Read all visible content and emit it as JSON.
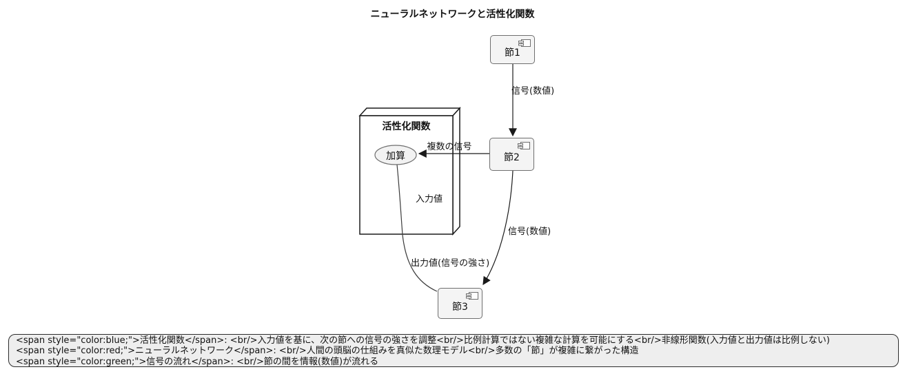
{
  "title": "ニューラルネットワークと活性化関数",
  "colors": {
    "node_fill": "#f4f4f4",
    "node_border": "#6e6e6e",
    "box_fill": "#ffffff",
    "box_border": "#1a1a1a",
    "ellipse_fill": "#f2f2f2",
    "legend_fill": "#eeeeee",
    "line": "#1a1a1a"
  },
  "nodes": {
    "node1": {
      "label": "節1"
    },
    "node2": {
      "label": "節2"
    },
    "node3": {
      "label": "節3"
    }
  },
  "activation_box": {
    "title": "活性化関数",
    "ellipse_label": "加算"
  },
  "edges": {
    "n1_to_n2": {
      "label": "信号(数値)"
    },
    "n2_to_sum": {
      "label": "複数の信号"
    },
    "sum_input": {
      "label": "入力値"
    },
    "box_to_n3": {
      "label": "出力値(信号の強さ)"
    },
    "n2_to_n3": {
      "label": "信号(数値)"
    }
  },
  "legend": {
    "lines": [
      "<span style=\"color:blue;\">活性化関数</span>: <br/>入力値を基に、次の節への信号の強さを調整<br/>比例計算ではない複雑な計算を可能にする<br/>非線形関数(入力値と出力値は比例しない)",
      "<span style=\"color:red;\">ニューラルネットワーク</span>: <br/>人間の頭脳の仕組みを真似た数理モデル<br/>多数の「節」が複雑に繋がった構造",
      "<span style=\"color:green;\">信号の流れ</span>: <br/>節の間を情報(数値)が流れる"
    ]
  }
}
